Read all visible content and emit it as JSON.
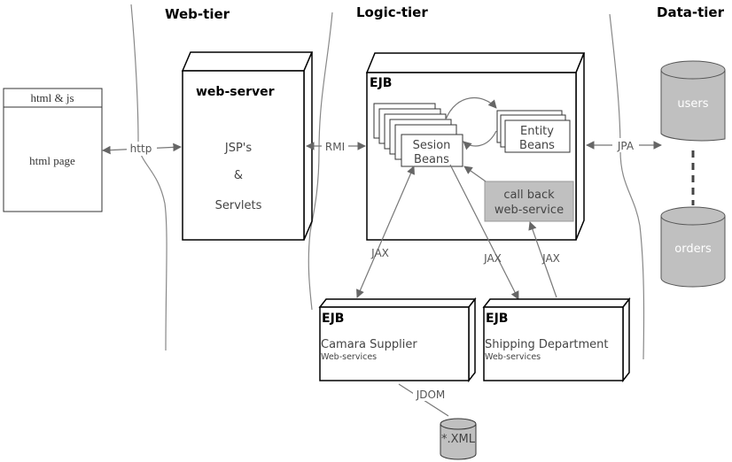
{
  "tiers": {
    "web": "Web-tier",
    "logic": "Logic-tier",
    "data": "Data-tier"
  },
  "client": {
    "header": "html & js",
    "body": "html page"
  },
  "web_server": {
    "title": "web-server",
    "line1": "JSP's",
    "line2": "&",
    "line3": "Servlets"
  },
  "ejb_main": {
    "title": "EJB",
    "session": [
      "Sesion",
      "Beans"
    ],
    "entity": [
      "Entity",
      "Beans"
    ],
    "callback": [
      "call back",
      "web-service"
    ]
  },
  "camera": {
    "title": "EJB",
    "name": "Camara Supplier",
    "sub": "Web-services"
  },
  "shipping": {
    "title": "EJB",
    "name": "Shipping Department",
    "sub": "Web-services"
  },
  "databases": {
    "users": "users",
    "orders": "orders",
    "xml": "*.XML"
  },
  "connectors": {
    "http": "http",
    "rmi": "RMI",
    "jpa": "JPA",
    "jax_left": "JAX",
    "jax_mid": "JAX",
    "jax_right": "JAX",
    "jdom": "JDOM"
  },
  "colors": {
    "db_fill": "#c0c0c0",
    "callback_fill": "#c0c0c0"
  }
}
